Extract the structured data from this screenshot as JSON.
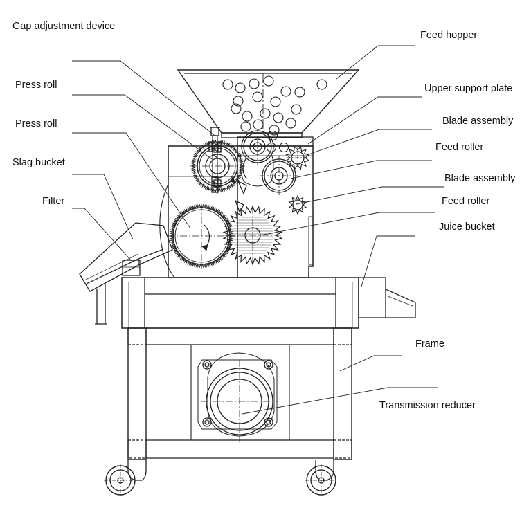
{
  "labels": {
    "gap_adjustment_device": "Gap adjustment device",
    "press_roll_1": "Press roll",
    "press_roll_2": "Press roll",
    "slag_bucket": "Slag bucket",
    "filter": "Filter",
    "feed_hopper": "Feed hopper",
    "upper_support_plate": "Upper support plate",
    "blade_assembly_1": "Blade assembly",
    "feed_roller_1": "Feed roller",
    "blade_assembly_2": "Blade assembly",
    "feed_roller_2": "Feed roller",
    "juice_bucket": "Juice bucket",
    "frame": "Frame",
    "transmission_reducer": "Transmission reducer"
  },
  "colors": {
    "ink": "#222222",
    "background": "#ffffff"
  }
}
